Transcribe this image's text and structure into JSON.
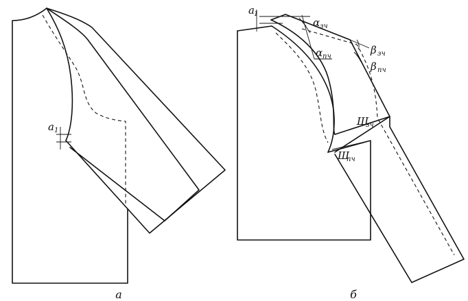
{
  "panel_a": {
    "caption": "а",
    "dim_label": {
      "base": "a",
      "sub": "1"
    }
  },
  "panel_b": {
    "caption": "б",
    "labels": {
      "a_top": {
        "base": "a",
        "sub": "1"
      },
      "alpha_zch": {
        "base": "α",
        "sub": "зч"
      },
      "alpha_pch": {
        "base": "α",
        "sub": "пч"
      },
      "beta_zch": {
        "base": "β",
        "sub": "зч"
      },
      "beta_pch": {
        "base": "β",
        "sub": "пч"
      },
      "sh_zch": {
        "base": "Ш",
        "sub": "зч"
      },
      "sh_pch": {
        "base": "Ш",
        "sub": "пч"
      }
    }
  }
}
